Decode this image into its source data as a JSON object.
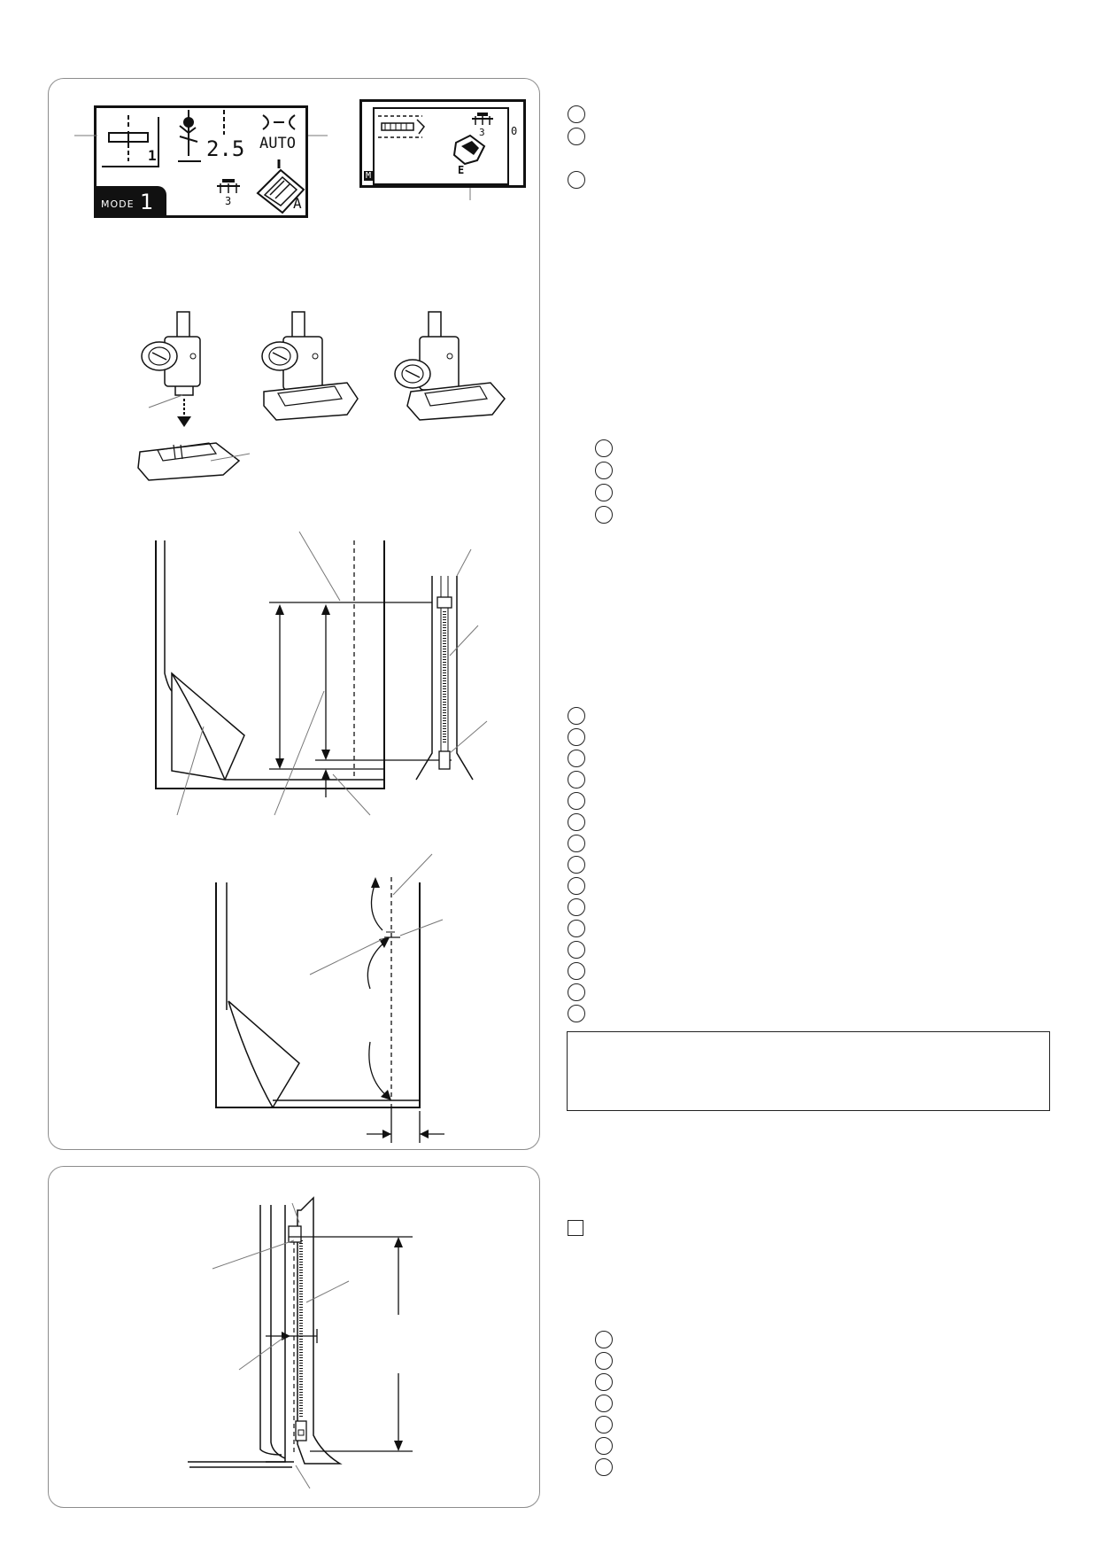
{
  "lcd_main": {
    "stitch_number": "1",
    "length_value": "2.5",
    "tension_label": "AUTO",
    "pressure_value": "3",
    "foot_letter": "A",
    "mode_label": "MODE",
    "mode_number": "1"
  },
  "lcd_secondary": {
    "pressure_value": "3",
    "foot_letter": "E",
    "side_value": "0",
    "corner_letter": "M"
  },
  "icons": [
    "presser-foot-icon",
    "needle-icon",
    "foot-pressure-icon",
    "zipper-foot-icon"
  ],
  "colors": {
    "panel_border": "#8c8c8c",
    "ink": "#111111",
    "lcd_tab": "#111111"
  }
}
